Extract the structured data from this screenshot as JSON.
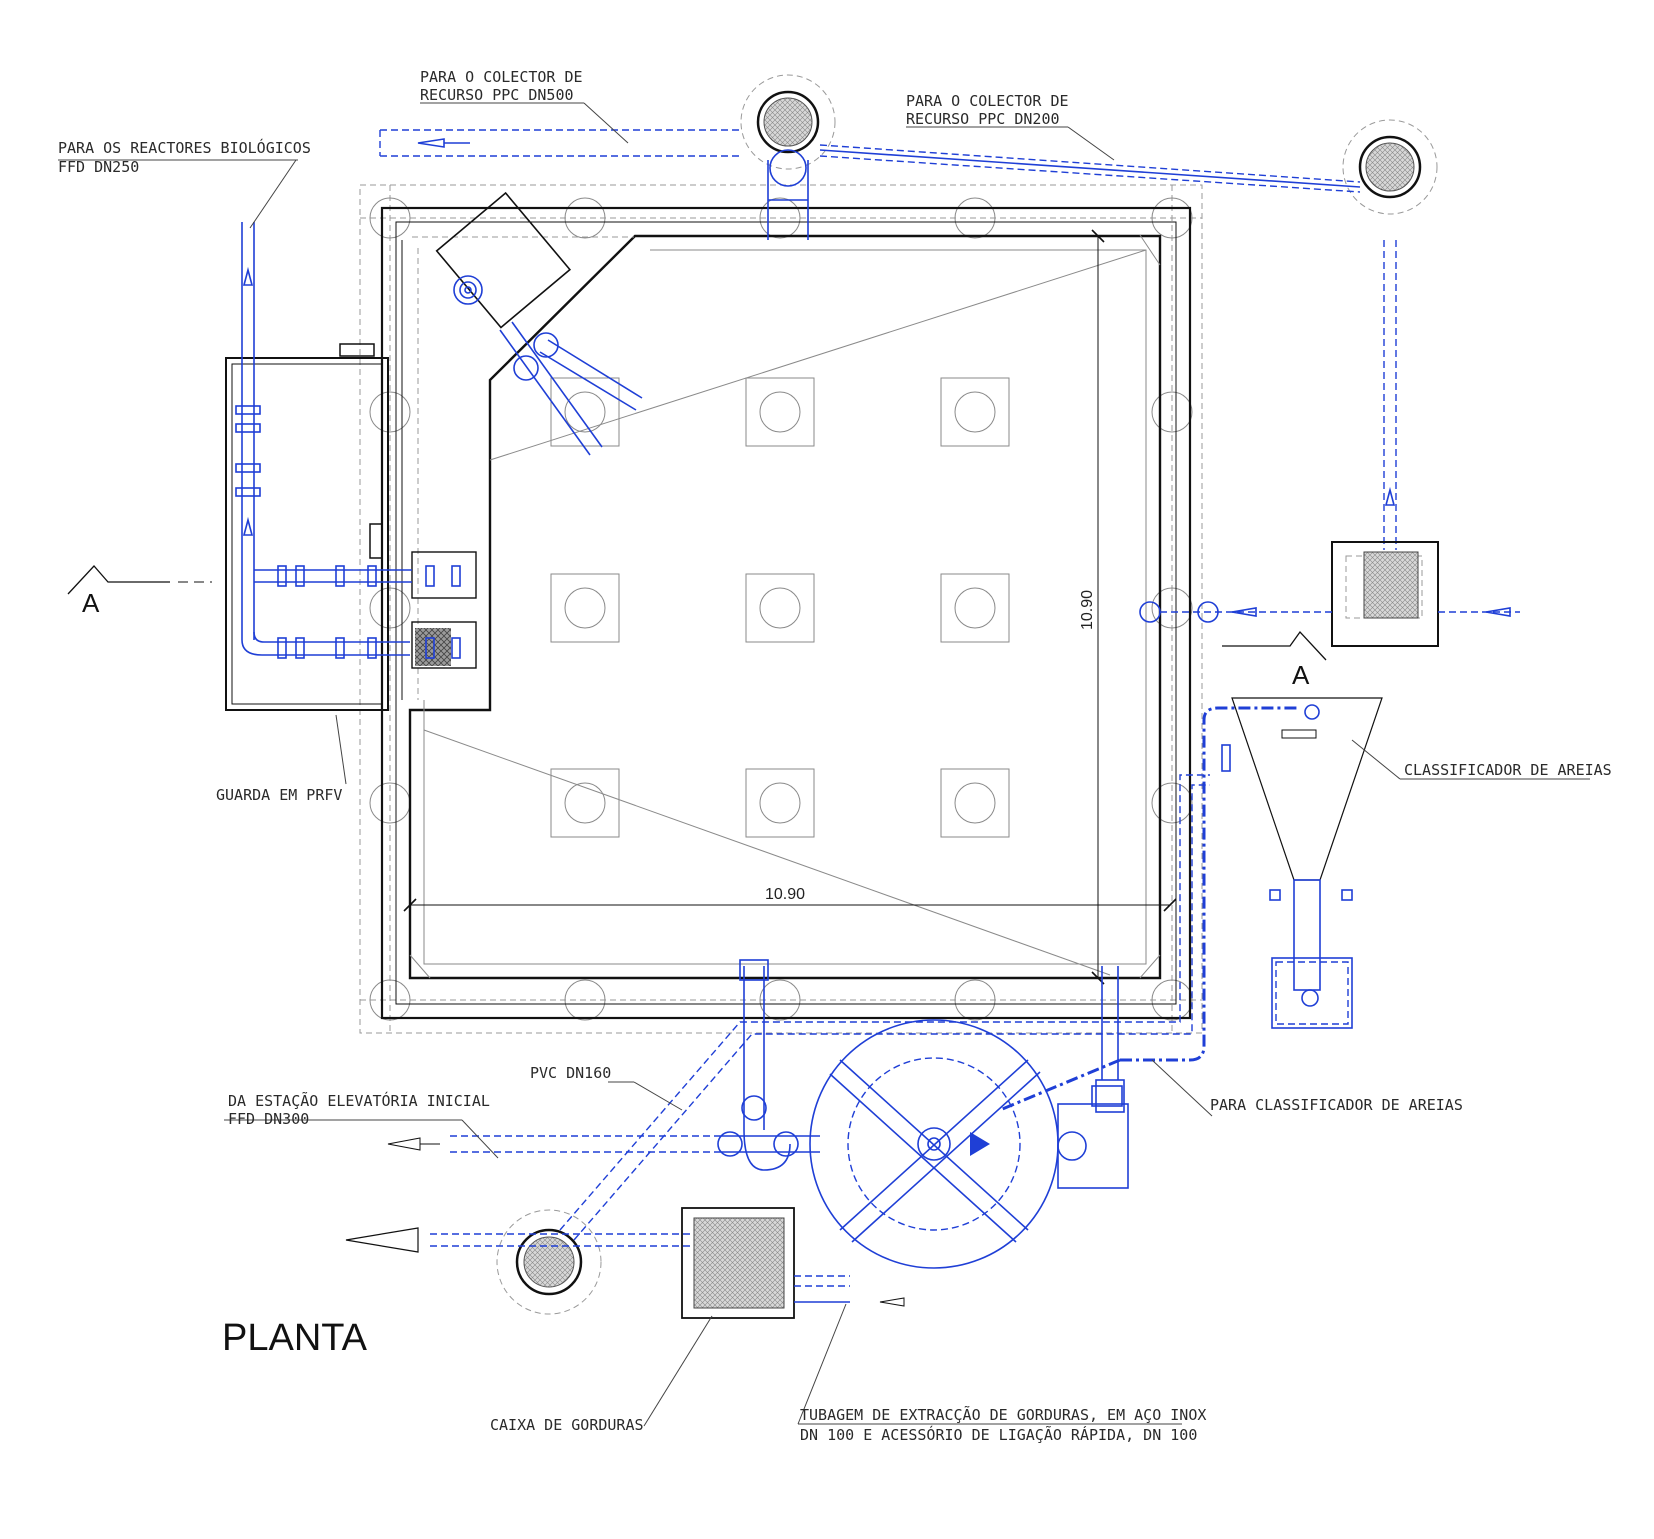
{
  "drawing_title": "PLANTA",
  "section_markers": {
    "left": "A",
    "right": "A"
  },
  "dimensions": {
    "horizontal": "10.90",
    "vertical": "10.90"
  },
  "labels": {
    "reactores_line1": "PARA OS REACTORES BIOLÓGICOS",
    "reactores_line2": "FFD DN250",
    "colector500_line1": "PARA O COLECTOR DE",
    "colector500_line2": "RECURSO PPC DN500",
    "colector200_line1": "PARA O COLECTOR DE",
    "colector200_line2": "RECURSO PPC DN200",
    "guarda": "GUARDA EM PRFV",
    "classificador": "CLASSIFICADOR DE AREIAS",
    "para_classificador": "PARA CLASSIFICADOR DE AREIAS",
    "pvc": "PVC DN160",
    "estacao_line1": "DA ESTAÇÃO ELEVATÓRIA INICIAL",
    "estacao_line2": "FFD DN300",
    "caixa": "CAIXA DE GORDURAS",
    "tubagem_line1": "TUBAGEM DE EXTRACÇÃO DE GORDURAS, EM AÇO INOX",
    "tubagem_line2": "DN 100 E ACESSÓRIO DE LIGAÇÃO RÁPIDA, DN 100"
  },
  "colors": {
    "piping": "#1f3fd6",
    "structure": "#111111",
    "grid": "#8a8a8a"
  }
}
